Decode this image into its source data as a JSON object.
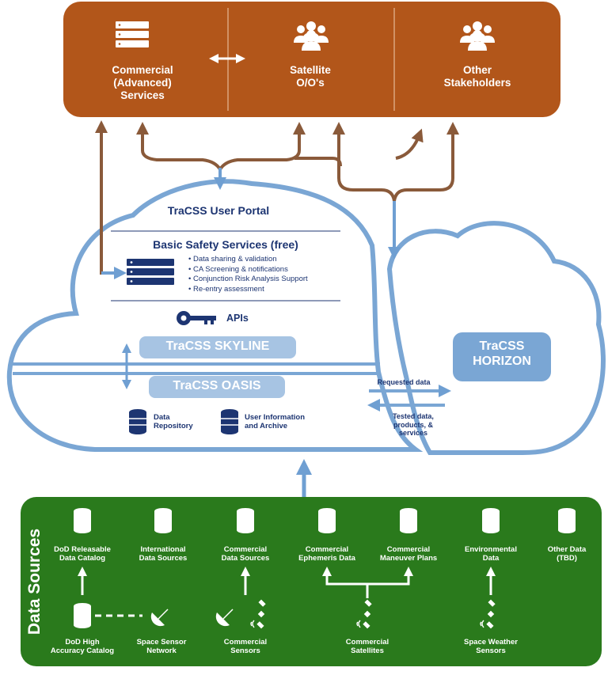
{
  "stakeholders": {
    "commercial": [
      "Commercial",
      "(Advanced)",
      "Services"
    ],
    "satellite": [
      "Satellite",
      "O/O's"
    ],
    "other": [
      "Other",
      "Stakeholders"
    ]
  },
  "portal": {
    "title": "TraCSS User Portal",
    "basic_title": "Basic Safety Services (free)",
    "bullets": [
      "Data sharing & validation",
      "CA Screening & notifications",
      "Conjunction Risk Analysis Support",
      "Re-entry assessment"
    ],
    "apis": "APIs",
    "skyline": "TraCSS SKYLINE",
    "oasis": "TraCSS OASIS",
    "data_repository": [
      "Data",
      "Repository"
    ],
    "user_info": [
      "User Information",
      "and Archive"
    ]
  },
  "horizon": {
    "label": [
      "TraCSS",
      "HORIZON"
    ],
    "requested": "Requested data",
    "tested": [
      "Tested data,",
      "products, &",
      "services"
    ]
  },
  "data_sources": {
    "title": "Data Sources",
    "top_row": [
      [
        "DoD Releasable",
        "Data Catalog"
      ],
      [
        "International",
        "Data Sources"
      ],
      [
        "Commercial",
        "Data Sources"
      ],
      [
        "Commercial",
        "Ephemeris Data"
      ],
      [
        "Commercial",
        "Maneuver Plans"
      ],
      [
        "Environmental",
        "Data"
      ],
      [
        "Other Data",
        "(TBD)"
      ]
    ],
    "bottom_row": {
      "dod_high": [
        "DoD High",
        "Accuracy Catalog"
      ],
      "space_sensor": [
        "Space Sensor",
        "Network"
      ],
      "commercial_sensors": [
        "Commercial",
        "Sensors"
      ],
      "commercial_satellites": [
        "Commercial",
        "Satellites"
      ],
      "space_weather": [
        "Space Weather",
        "Sensors"
      ]
    }
  },
  "colors": {
    "orange": "#b2561a",
    "green": "#2a7a1c",
    "cloud": "#7aa6d4",
    "navy": "#1d3572",
    "arrow_brown": "#8a5a3a",
    "arrow_blue": "#6f9fd2"
  },
  "icons": {
    "server": "server-icon",
    "people": "people-group-icon",
    "key": "key-icon",
    "database": "database-icon",
    "dish": "satellite-dish-icon",
    "satellite": "satellite-icon"
  }
}
